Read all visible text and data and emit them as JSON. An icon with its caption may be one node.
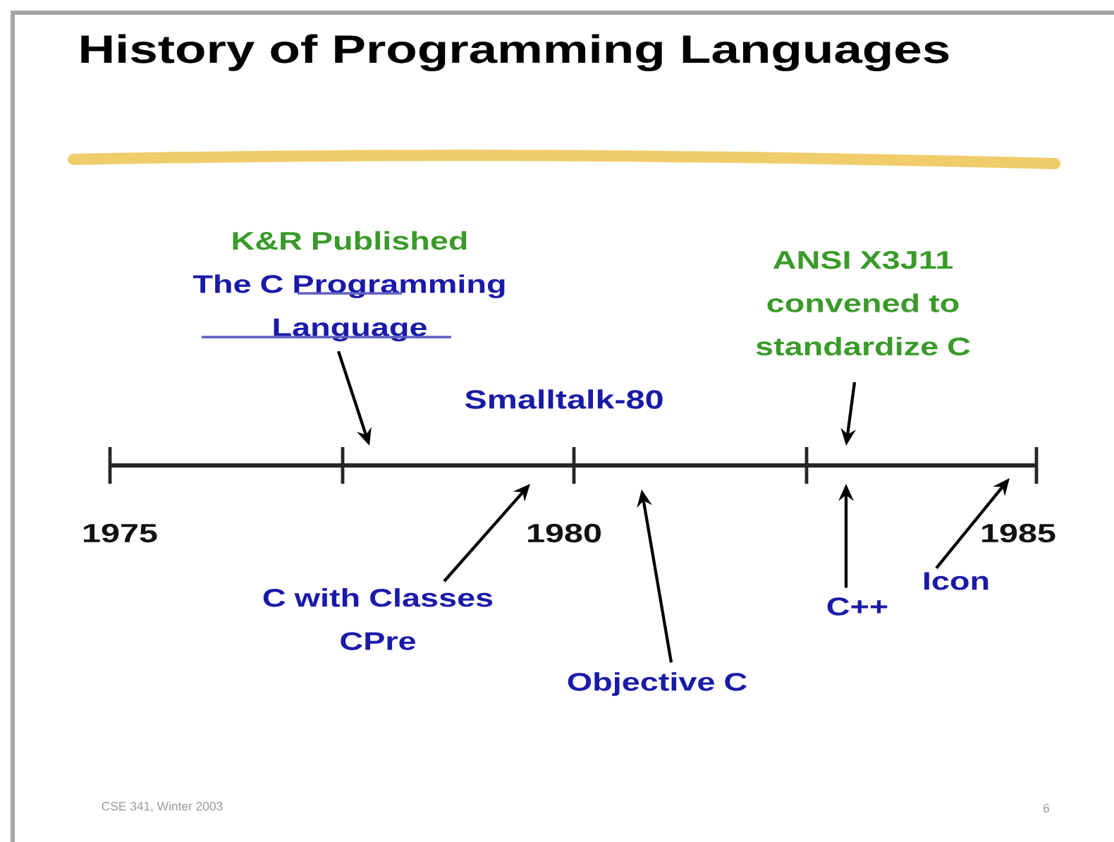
{
  "diagram": {
    "title": "History of Programming Languages",
    "nodes": [
      {
        "text": [
          "K&R Published",
          "The C Programming Language"
        ]
      },
      {
        "text": [
          "ANSI X3J11 convened to standardize C"
        ]
      },
      {
        "text": [
          "C with Classes",
          "CPre"
        ]
      },
      {
        "text": [
          "Objective C"
        ]
      },
      {
        "text": [
          "C++"
        ]
      },
      {
        "text": [
          "Icon"
        ]
      }
    ],
    "edges": [
      {
        "from": 0,
        "to": null,
        "arrow": "to"
      },
      {
        "from": 1,
        "to": null,
        "arrow": "to"
      },
      {
        "from": 2,
        "to": null,
        "arrow": "to"
      },
      {
        "from": 3,
        "to": null,
        "arrow": "to"
      },
      {
        "from": 4,
        "to": null,
        "arrow": "to"
      },
      {
        "from": 5,
        "to": null,
        "arrow": "to"
      }
    ],
    "labels": [
      "Smalltalk-80",
      "1975",
      "1980",
      "1985",
      "CSE 341, Winter 2003",
      "6"
    ]
  }
}
